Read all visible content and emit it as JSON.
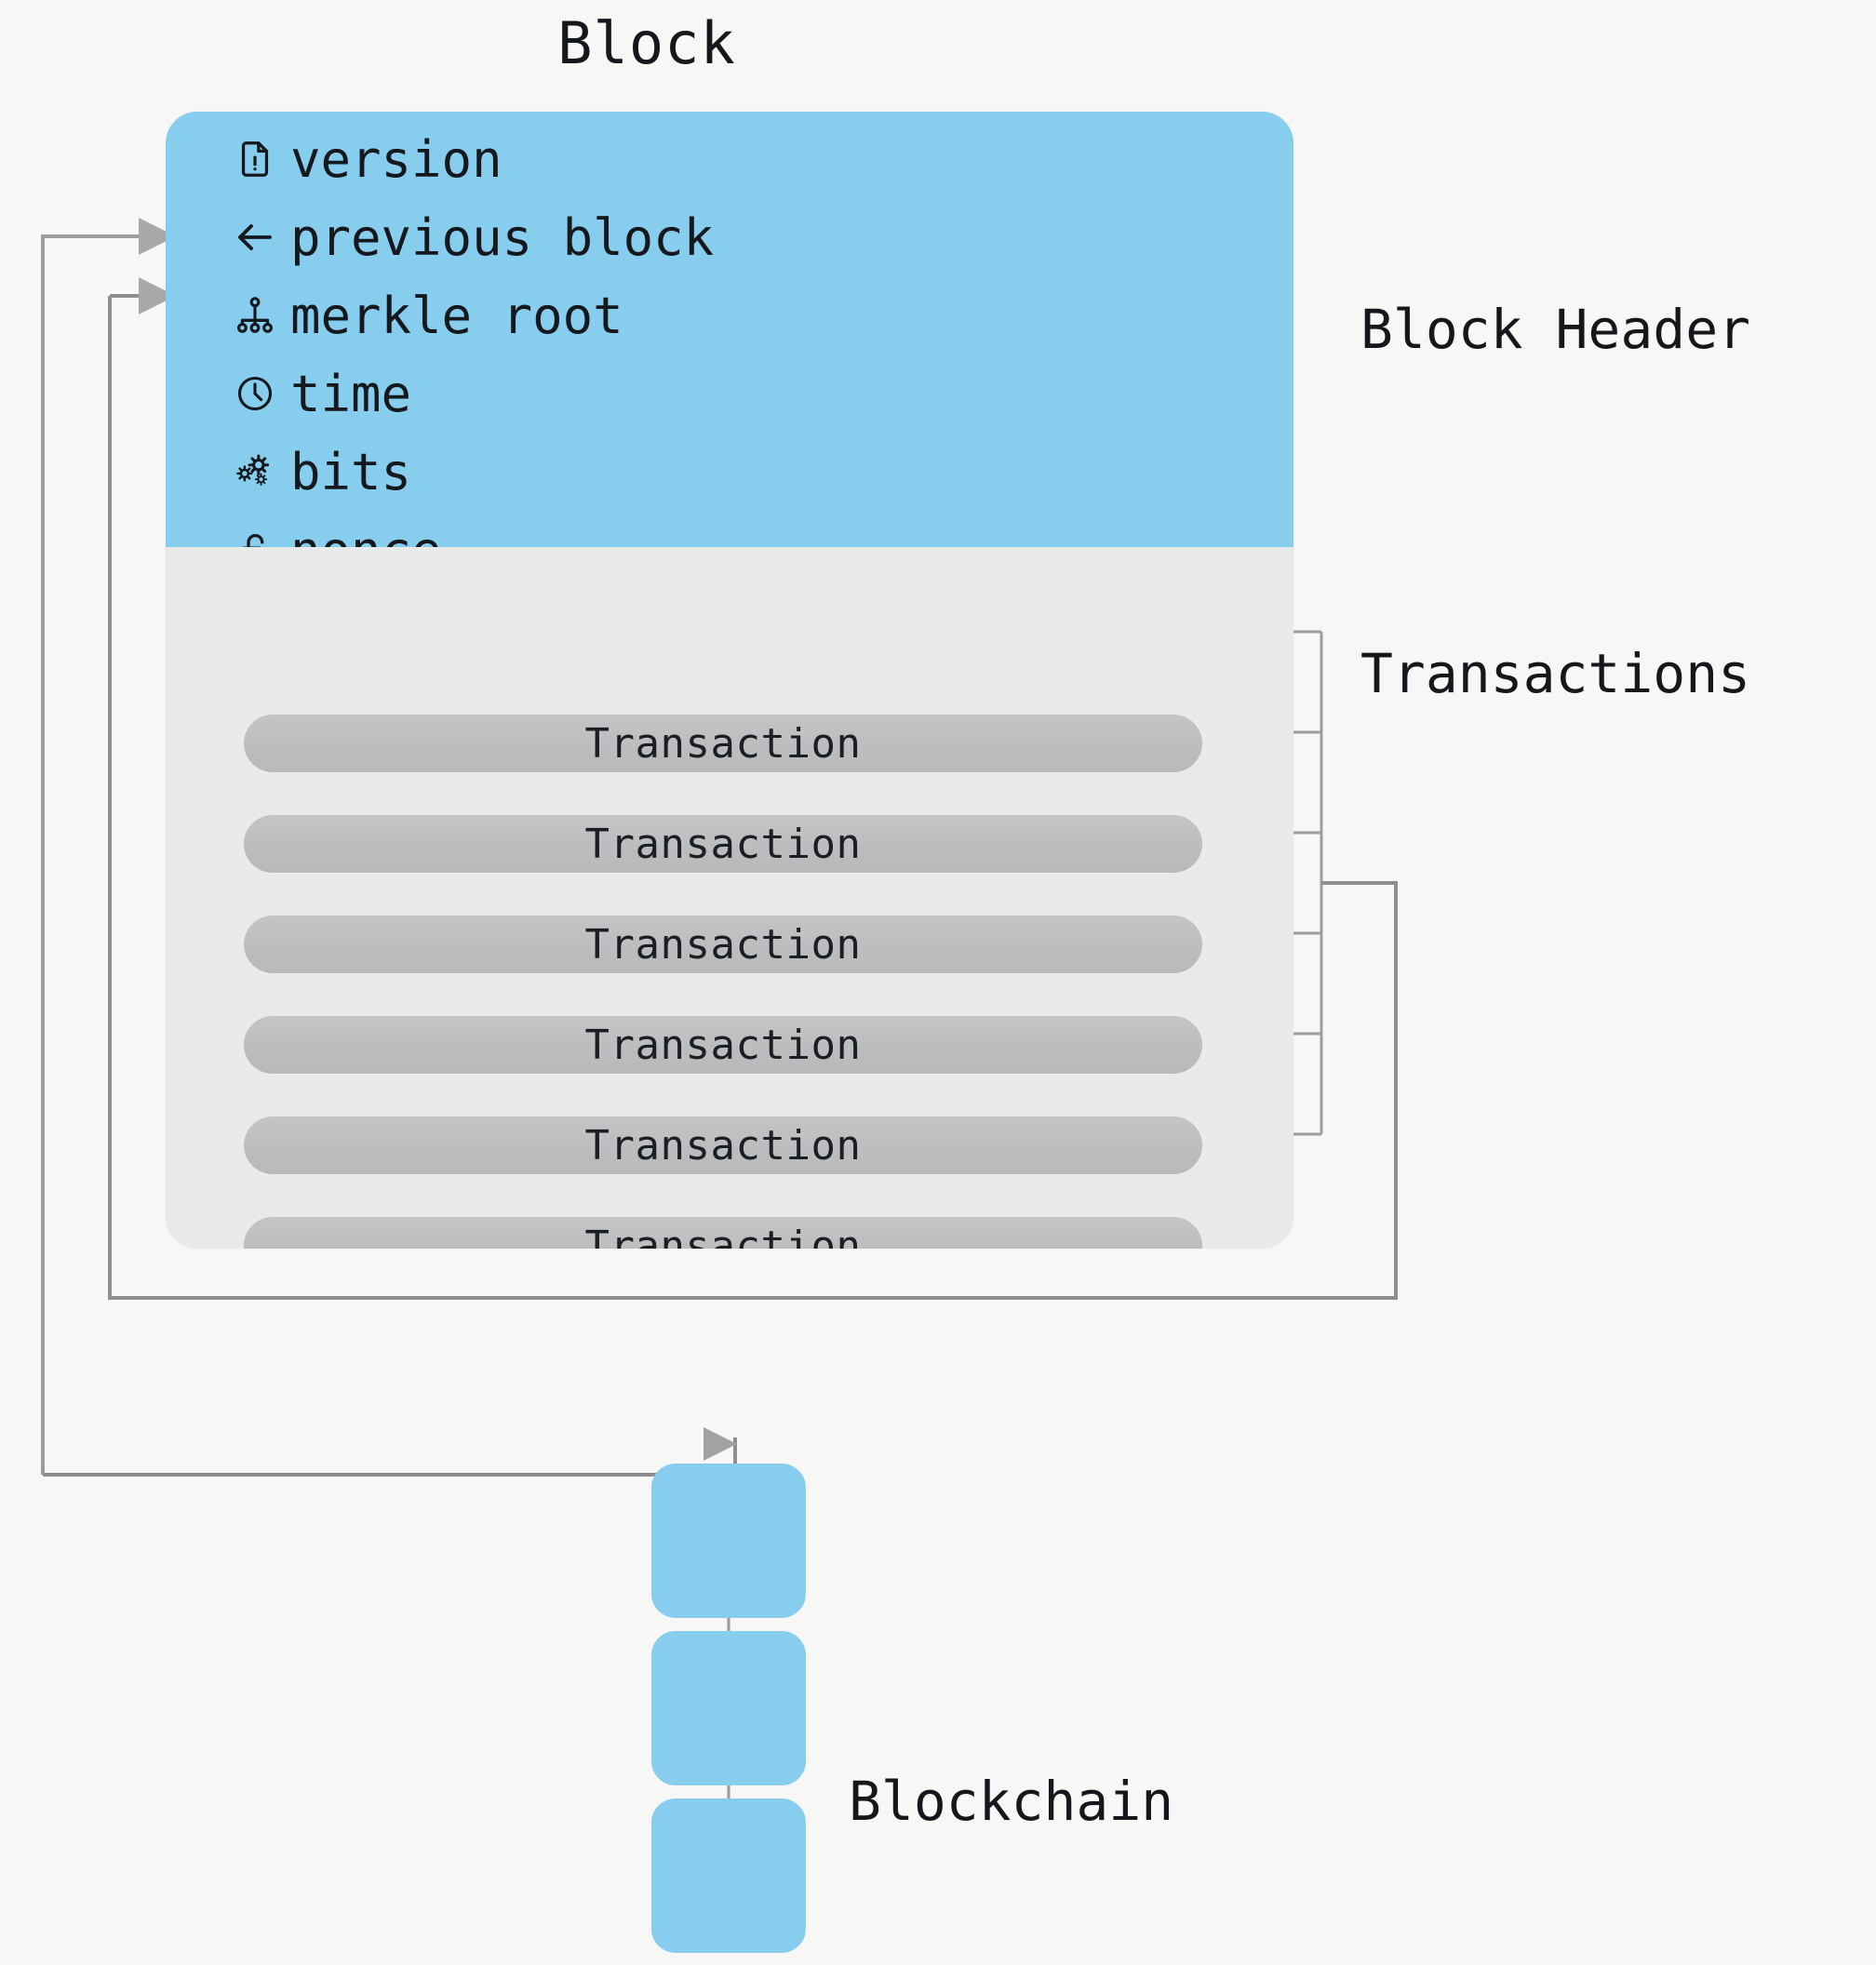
{
  "diagram": {
    "title": "Block",
    "labels": {
      "block_header": "Block Header",
      "transactions": "Transactions",
      "blockchain": "Blockchain"
    },
    "colors": {
      "header_blue": "#87cdee",
      "body_gray": "#e9eaea",
      "pill_gray": "#bcbdbe",
      "wire_gray": "#9a9a9a",
      "arrow_gray": "#a8a8a8",
      "text_dark": "#15191e",
      "background": "#f7f7f5"
    },
    "header_fields": [
      {
        "icon": "document-icon",
        "label": "version",
        "has_inbound_arrow": false
      },
      {
        "icon": "left-arrow-icon",
        "label": "previous block",
        "has_inbound_arrow": true
      },
      {
        "icon": "merkle-tree-icon",
        "label": "merkle root",
        "has_inbound_arrow": true
      },
      {
        "icon": "clock-icon",
        "label": "time",
        "has_inbound_arrow": false
      },
      {
        "icon": "gears-icon",
        "label": "bits",
        "has_inbound_arrow": false
      },
      {
        "icon": "unlock-icon",
        "label": "nonce",
        "has_inbound_arrow": false
      }
    ],
    "transactions": [
      {
        "label": "Transaction"
      },
      {
        "label": "Transaction"
      },
      {
        "label": "Transaction"
      },
      {
        "label": "Transaction"
      },
      {
        "label": "Transaction"
      },
      {
        "label": "Transaction"
      }
    ],
    "chain_blocks": [
      {
        "name": "chain-block-1"
      },
      {
        "name": "chain-block-2"
      },
      {
        "name": "chain-block-3"
      }
    ]
  }
}
